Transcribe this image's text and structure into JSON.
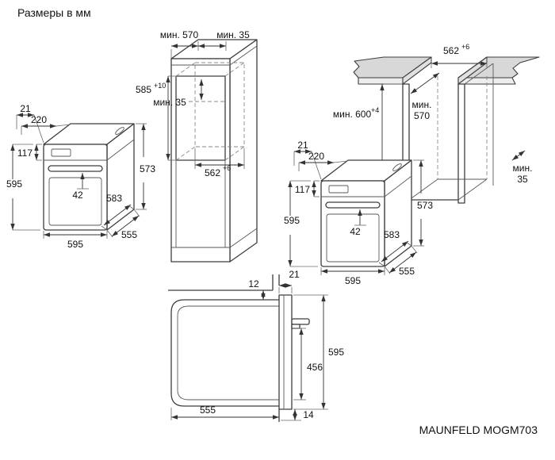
{
  "title": "Размеры в мм",
  "model": "MAUNFELD MOGM703",
  "tall_cabinet": {
    "top_depth": "мин. 570",
    "top_rear_gap": "мин. 35",
    "niche_height": "585",
    "niche_height_sup": "+10",
    "top_clearance": "мин. 35",
    "niche_width": "562",
    "niche_width_sup": "+6"
  },
  "left_oven": {
    "front_overhang": "21",
    "panel_depth": "220",
    "panel_height": "117",
    "front_height": "595",
    "handle_offset": "42",
    "depth_with_door": "583",
    "front_width": "595",
    "body_depth": "555",
    "body_height": "573"
  },
  "right_oven": {
    "front_overhang": "21",
    "panel_depth": "220",
    "panel_height": "117",
    "front_height": "595",
    "handle_offset": "42",
    "depth_with_door": "583",
    "front_width": "595",
    "body_depth": "555",
    "body_height": "573"
  },
  "worktop_install": {
    "cutout_width": "562",
    "cutout_width_sup": "+6",
    "niche_height": "мин. 600",
    "niche_height_sup": "+4",
    "niche_depth_line1": "мин.",
    "niche_depth_line2": "570",
    "rear_gap_line1": "мин.",
    "rear_gap_line2": "35"
  },
  "side_section": {
    "door_thickness": "21",
    "top_gap": "12",
    "height": "595",
    "inner_height": "456",
    "body_depth": "555",
    "bottom_gap": "14"
  }
}
